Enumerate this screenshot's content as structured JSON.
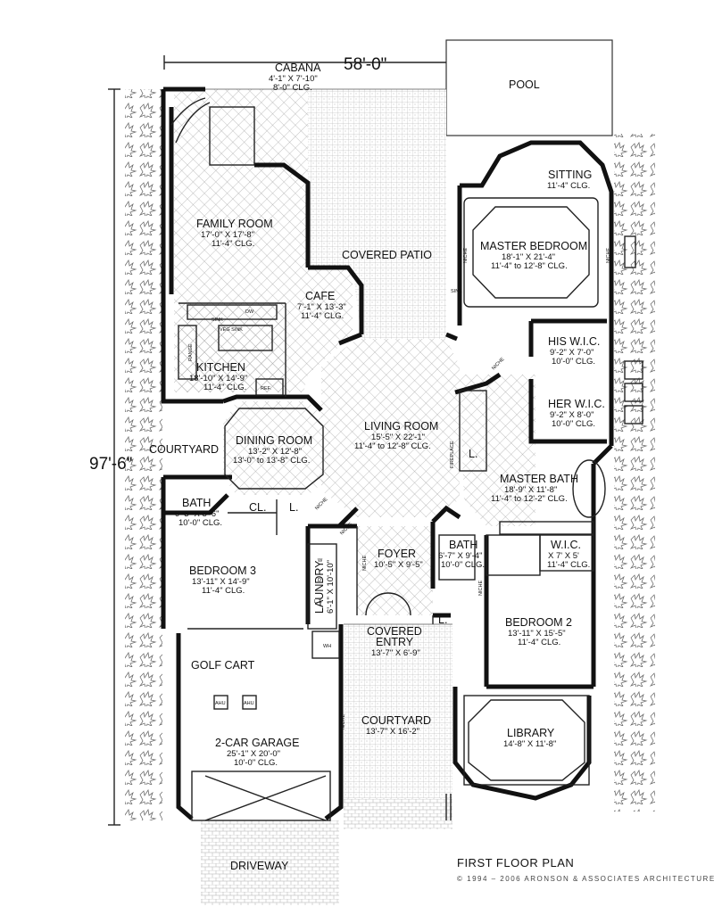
{
  "dimensions": {
    "width": "58'-0\"",
    "depth": "97'-6\""
  },
  "pool": "POOL",
  "plan_title": "FIRST FLOOR PLAN",
  "copyright": "© 1994 – 2006 ARONSON & ASSOCIATES ARCHITECTURE",
  "rooms": {
    "cabana": {
      "name": "CABANA",
      "dims": "4'-1\" X 7'-10\"",
      "clg": "8'-0\" CLG."
    },
    "sitting": {
      "name": "SITTING",
      "clg": "11'-4\" CLG."
    },
    "family_room": {
      "name": "FAMILY ROOM",
      "dims": "17'-0\" X 17'-8\"",
      "clg": "11'-4\" CLG."
    },
    "covered_patio": {
      "name": "COVERED PATIO"
    },
    "master_bedroom": {
      "name": "MASTER BEDROOM",
      "dims": "18'-1\" X 21'-4\"",
      "clg": "11'-4\" to 12'-8\" CLG."
    },
    "cafe": {
      "name": "CAFE",
      "dims": "7'-1\" X 13'-3\"",
      "clg": "11'-4\" CLG."
    },
    "kitchen": {
      "name": "KITCHEN",
      "dims": "18'-10\" X 14'-9\"",
      "clg": "11'-4\" CLG."
    },
    "his_wic": {
      "name": "HIS W.I.C.",
      "dims": "9'-2\" X 7'-0\"",
      "clg": "10'-0\" CLG."
    },
    "her_wic": {
      "name": "HER W.I.C.",
      "dims": "9'-2\" X 8'-0\"",
      "clg": "10'-0\" CLG."
    },
    "living_room": {
      "name": "LIVING ROOM",
      "dims": "15'-5\" X 22'-1\"",
      "clg": "11'-4\" to 12'-8\" CLG."
    },
    "dining_room": {
      "name": "DINING ROOM",
      "dims": "13'-2\" X 12'-8\"",
      "clg": "13'-0\" to 13'-8\" CLG."
    },
    "courtyard_side": {
      "name": "COURTYARD"
    },
    "master_bath": {
      "name": "MASTER BATH",
      "dims": "18'-9\" X 11'-8\"",
      "clg": "11'-4\" to 12'-2\" CLG."
    },
    "bath1": {
      "name": "BATH",
      "dims": "9'-3\" X 5'-6\"",
      "clg": "10'-0\" CLG."
    },
    "closet": {
      "name": "CL."
    },
    "linen1": {
      "name": "L."
    },
    "linen2": {
      "name": "L."
    },
    "linen3": {
      "name": "L."
    },
    "foyer": {
      "name": "FOYER",
      "dims": "10'-5\" X 9'-5\""
    },
    "bath2": {
      "name": "BATH",
      "dims": "6'-7\" X 9'-4\"",
      "clg": "10'-0\" CLG."
    },
    "wic": {
      "name": "W.I.C.",
      "dims": "X 7' X 5'",
      "clg": "11'-4\" CLG."
    },
    "bedroom3": {
      "name": "BEDROOM 3",
      "dims": "13'-11\" X 14'-9\"",
      "clg": "11'-4\" CLG."
    },
    "laundry": {
      "name": "LAUNDRY",
      "dims": "6'-1\" X 10'-10\""
    },
    "bedroom2": {
      "name": "BEDROOM 2",
      "dims": "13'-11\" X 15'-5\"",
      "clg": "11'-4\" CLG."
    },
    "covered_entry": {
      "name1": "COVERED",
      "name2": "ENTRY",
      "dims": "13'-7\" X 6'-9\""
    },
    "golf_cart": {
      "name": "GOLF CART"
    },
    "courtyard_front": {
      "name": "COURTYARD",
      "dims": "13'-7\" X 16'-2\""
    },
    "library": {
      "name": "LIBRARY",
      "dims": "14'-8\" X 11'-8\""
    },
    "garage": {
      "name": "2-CAR GARAGE",
      "dims": "25'-1\" X 20'-0\"",
      "clg": "10'-0\" CLG."
    },
    "driveway": {
      "name": "DRIVEWAY"
    }
  },
  "fixtures": {
    "sink": "SINK",
    "dw": "DW",
    "range": "RANGE",
    "veg_sink": "VEG SINK",
    "ref": "REF.",
    "niche": "NICHE",
    "fireplace": "FIREPLACE",
    "ahu": "AHU",
    "wh": "WH",
    "w": "W",
    "d": "D",
    "lt": "L.T."
  },
  "colors": {
    "wall": "#111111",
    "hatch": "#9a9a9a",
    "paving": "#b8b8b8",
    "landscape": "#777777"
  }
}
